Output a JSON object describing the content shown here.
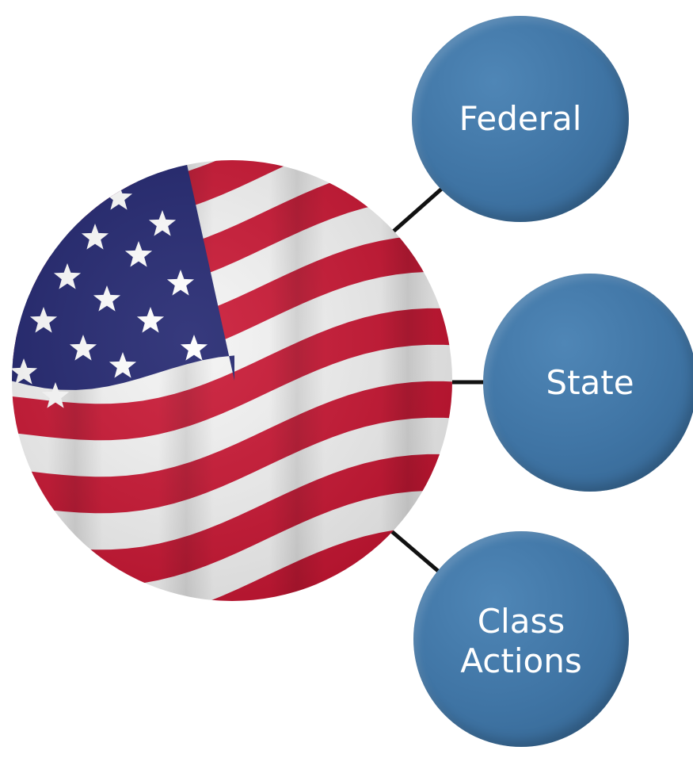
{
  "nodes": [
    {
      "label_lines": [
        "Federal"
      ]
    },
    {
      "label_lines": [
        "State"
      ]
    },
    {
      "label_lines": [
        "Class",
        "Actions"
      ]
    }
  ],
  "colors": {
    "bubble_fill": "#3f74a4",
    "connector": "#111111",
    "flag_red": "#c8102e",
    "flag_blue": "#1b1f6b",
    "flag_white": "#f4f4f4"
  },
  "hub_image": "american-flag"
}
